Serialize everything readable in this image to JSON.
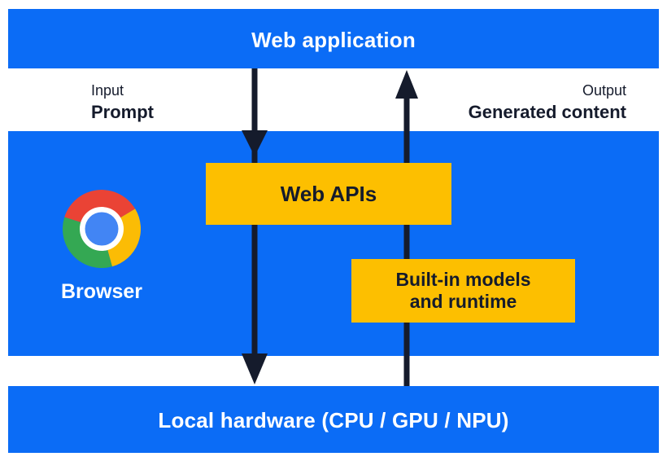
{
  "colors": {
    "section_blue": "#0b6cf6",
    "box_yellow": "#fdbf00",
    "dark_navy": "#151b2c",
    "white": "#ffffff",
    "chrome_red": "#ea4335",
    "chrome_green": "#34a853",
    "chrome_yellow": "#fbbc05",
    "chrome_blue": "#4285f4"
  },
  "top_bar": {
    "label": "Web application"
  },
  "io_labels": {
    "input_title": "Input",
    "input_value": "Prompt",
    "output_title": "Output",
    "output_value": "Generated content"
  },
  "browser_section": {
    "icon": "chrome-icon",
    "label": "Browser",
    "web_apis_box": {
      "label": "Web APIs"
    },
    "builtin_box": {
      "line1": "Built-in models",
      "line2": "and runtime"
    }
  },
  "bottom_bar": {
    "label": "Local hardware (CPU / GPU / NPU)"
  },
  "arrows": {
    "down_semantic": "prompt-flow-from-web-app-to-local-hardware",
    "up_semantic": "generated-content-flow-from-local-hardware-to-web-app"
  }
}
